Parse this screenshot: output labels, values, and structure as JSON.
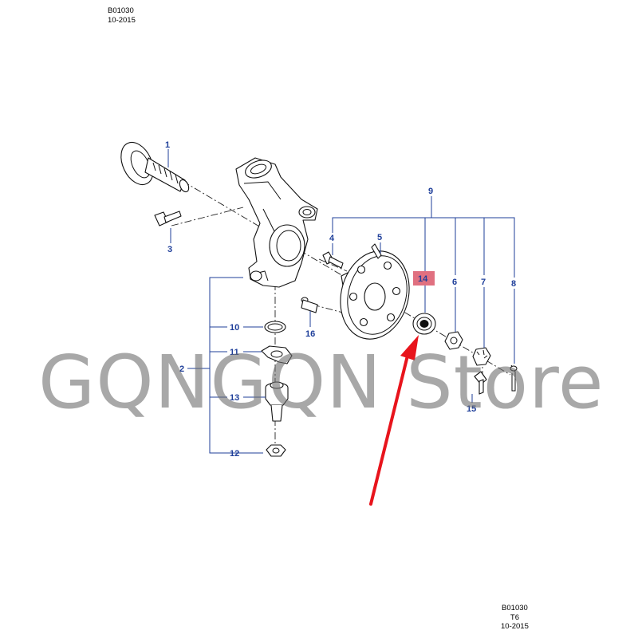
{
  "header": {
    "code": "B01030",
    "date": "10-2015"
  },
  "footer": {
    "code": "B01030",
    "sub": "T6",
    "date": "10-2015"
  },
  "watermark": "GQNGQN Store",
  "callouts": {
    "c1": "1",
    "c2": "2",
    "c3": "3",
    "c4": "4",
    "c5": "5",
    "c6": "6",
    "c7": "7",
    "c8": "8",
    "c9": "9",
    "c10": "10",
    "c11": "11",
    "c12": "12",
    "c13": "13",
    "c14": "14",
    "c15": "15",
    "c16": "16"
  },
  "colors": {
    "callout": "#1f3f9a",
    "highlight": "#e07080",
    "arrow": "#e8141c",
    "watermark": "#6e6e6e"
  }
}
